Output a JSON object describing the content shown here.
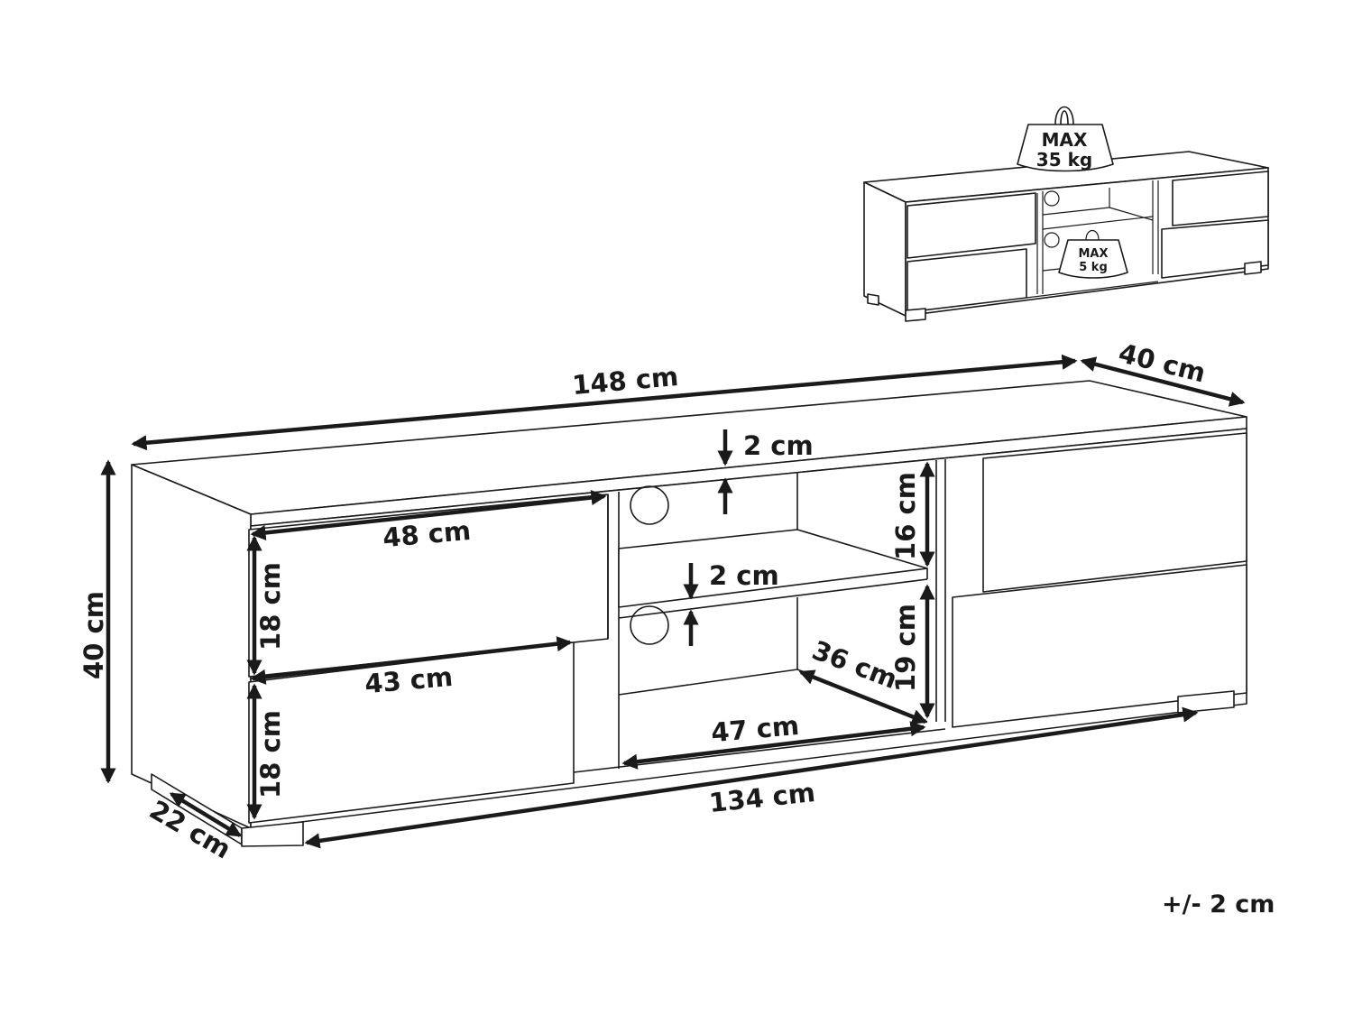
{
  "dimensions": {
    "total_width": "148 cm",
    "depth": "40 cm",
    "height": "40 cm",
    "top_thickness": "2 cm",
    "shelf_thickness": "2 cm",
    "upper_compartment_height": "16 cm",
    "lower_compartment_height": "19 cm",
    "drawer_width": "48 cm",
    "drawer_inner_width": "43 cm",
    "drawer_height_upper": "18 cm",
    "drawer_height_lower": "18 cm",
    "compartment_depth": "36 cm",
    "compartment_width": "47 cm",
    "base_width": "134 cm",
    "base_depth": "22 cm"
  },
  "load": {
    "top_max_label": "MAX",
    "top_max_weight": "35 kg",
    "shelf_max_label": "MAX",
    "shelf_max_weight": "5 kg"
  },
  "tolerance": "+/- 2 cm"
}
